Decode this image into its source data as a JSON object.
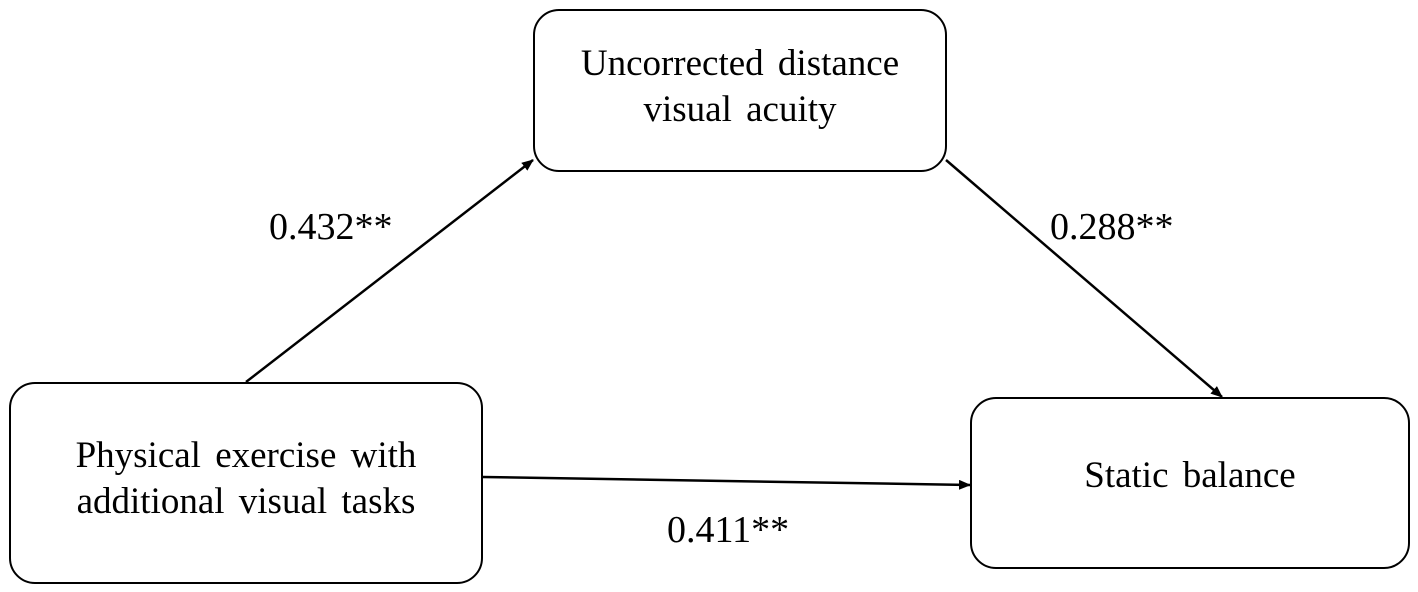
{
  "diagram": {
    "nodes": {
      "mediator": {
        "label": "Uncorrected distance visual acuity"
      },
      "predictor": {
        "label": "Physical exercise with additional visual tasks"
      },
      "outcome": {
        "label": "Static balance"
      }
    },
    "edges": {
      "predictor_to_mediator": {
        "from": "predictor",
        "to": "mediator",
        "coefficient": "0.432**"
      },
      "mediator_to_outcome": {
        "from": "mediator",
        "to": "outcome",
        "coefficient": "0.288**"
      },
      "predictor_to_outcome": {
        "from": "predictor",
        "to": "outcome",
        "coefficient": "0.411**"
      }
    },
    "colors": {
      "stroke": "#000000",
      "background": "#ffffff"
    }
  }
}
